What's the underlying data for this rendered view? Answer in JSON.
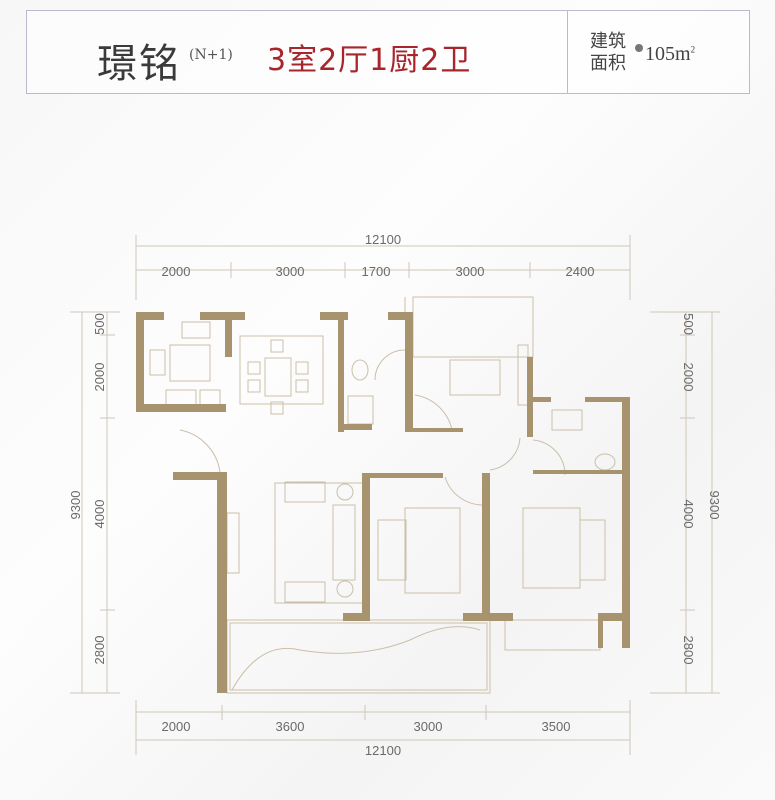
{
  "header": {
    "name": "璟铭",
    "variant": "(N+1)",
    "layout": "3室2厅1厨2卫",
    "area_label": "建筑面积",
    "area_icon": "approx-circle-icon",
    "area_value": "105m",
    "area_unit_sup": "2"
  },
  "colors": {
    "wall": "#a8936f",
    "accent": "#a8252c",
    "line": "#c9bca6"
  },
  "dimensions": {
    "top_total": "12100",
    "top": [
      "2000",
      "3000",
      "1700",
      "3000",
      "2400"
    ],
    "bottom": [
      "2000",
      "3600",
      "3000",
      "3500"
    ],
    "bottom_total": "12100",
    "left_total": "9300",
    "left": [
      "500",
      "2000",
      "4000",
      "2800"
    ],
    "right_total": "9300",
    "right": [
      "500",
      "2000",
      "4000",
      "2800"
    ]
  }
}
